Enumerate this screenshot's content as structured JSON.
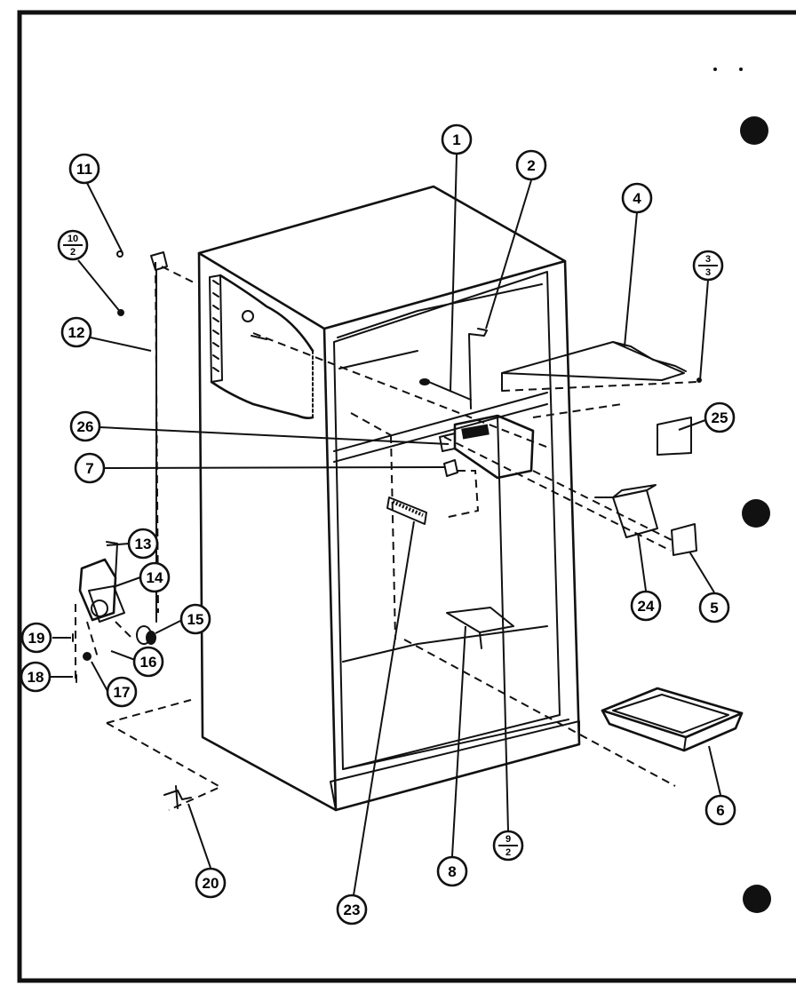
{
  "callouts": [
    {
      "id": "c1",
      "label": "1"
    },
    {
      "id": "c2",
      "label": "2"
    },
    {
      "id": "c3",
      "label": "3",
      "sub": "3"
    },
    {
      "id": "c4",
      "label": "4"
    },
    {
      "id": "c5",
      "label": "5"
    },
    {
      "id": "c6",
      "label": "6"
    },
    {
      "id": "c7",
      "label": "7"
    },
    {
      "id": "c8",
      "label": "8"
    },
    {
      "id": "c9",
      "label": "9",
      "sub": "2"
    },
    {
      "id": "c10",
      "label": "10",
      "sub": "2"
    },
    {
      "id": "c11",
      "label": "11"
    },
    {
      "id": "c12",
      "label": "12"
    },
    {
      "id": "c13",
      "label": "13"
    },
    {
      "id": "c14",
      "label": "14"
    },
    {
      "id": "c15",
      "label": "15"
    },
    {
      "id": "c16",
      "label": "16"
    },
    {
      "id": "c17",
      "label": "17"
    },
    {
      "id": "c18",
      "label": "18"
    },
    {
      "id": "c19",
      "label": "19"
    },
    {
      "id": "c20",
      "label": "20"
    },
    {
      "id": "c23",
      "label": "23"
    },
    {
      "id": "c24",
      "label": "24"
    },
    {
      "id": "c25",
      "label": "25"
    },
    {
      "id": "c26",
      "label": "26"
    }
  ],
  "colors": {
    "ink": "#111111",
    "paper": "#ffffff"
  }
}
